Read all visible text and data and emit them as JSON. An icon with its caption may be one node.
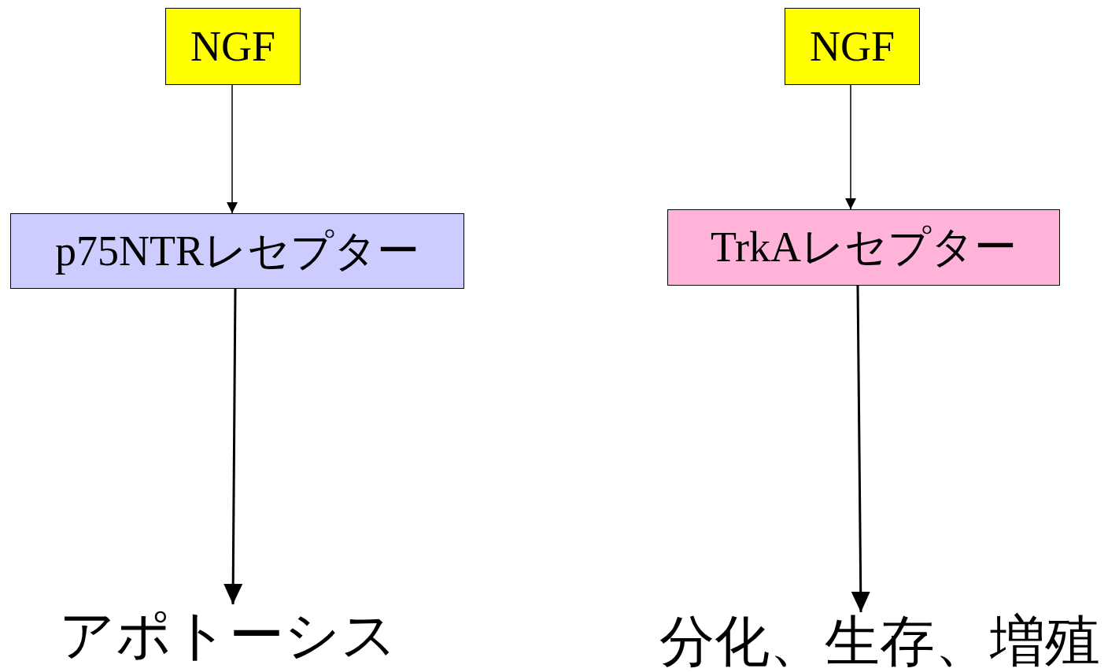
{
  "diagram": {
    "nodes": [
      {
        "text": [
          "NGF"
        ]
      },
      {
        "text": [
          "NGF"
        ]
      },
      {
        "text": [
          "p75NTRレセプター"
        ]
      },
      {
        "text": [
          "TrkAレセプター"
        ]
      },
      {
        "text": [
          "アポトーシス"
        ]
      },
      {
        "text": [
          "分化、生存、増殖"
        ]
      }
    ],
    "edges": [
      {
        "from": 0,
        "to": 2,
        "arrow": "to"
      },
      {
        "from": 1,
        "to": 3,
        "arrow": "to"
      },
      {
        "from": 2,
        "to": 4,
        "arrow": "to"
      },
      {
        "from": 3,
        "to": 5,
        "arrow": "to"
      }
    ]
  }
}
